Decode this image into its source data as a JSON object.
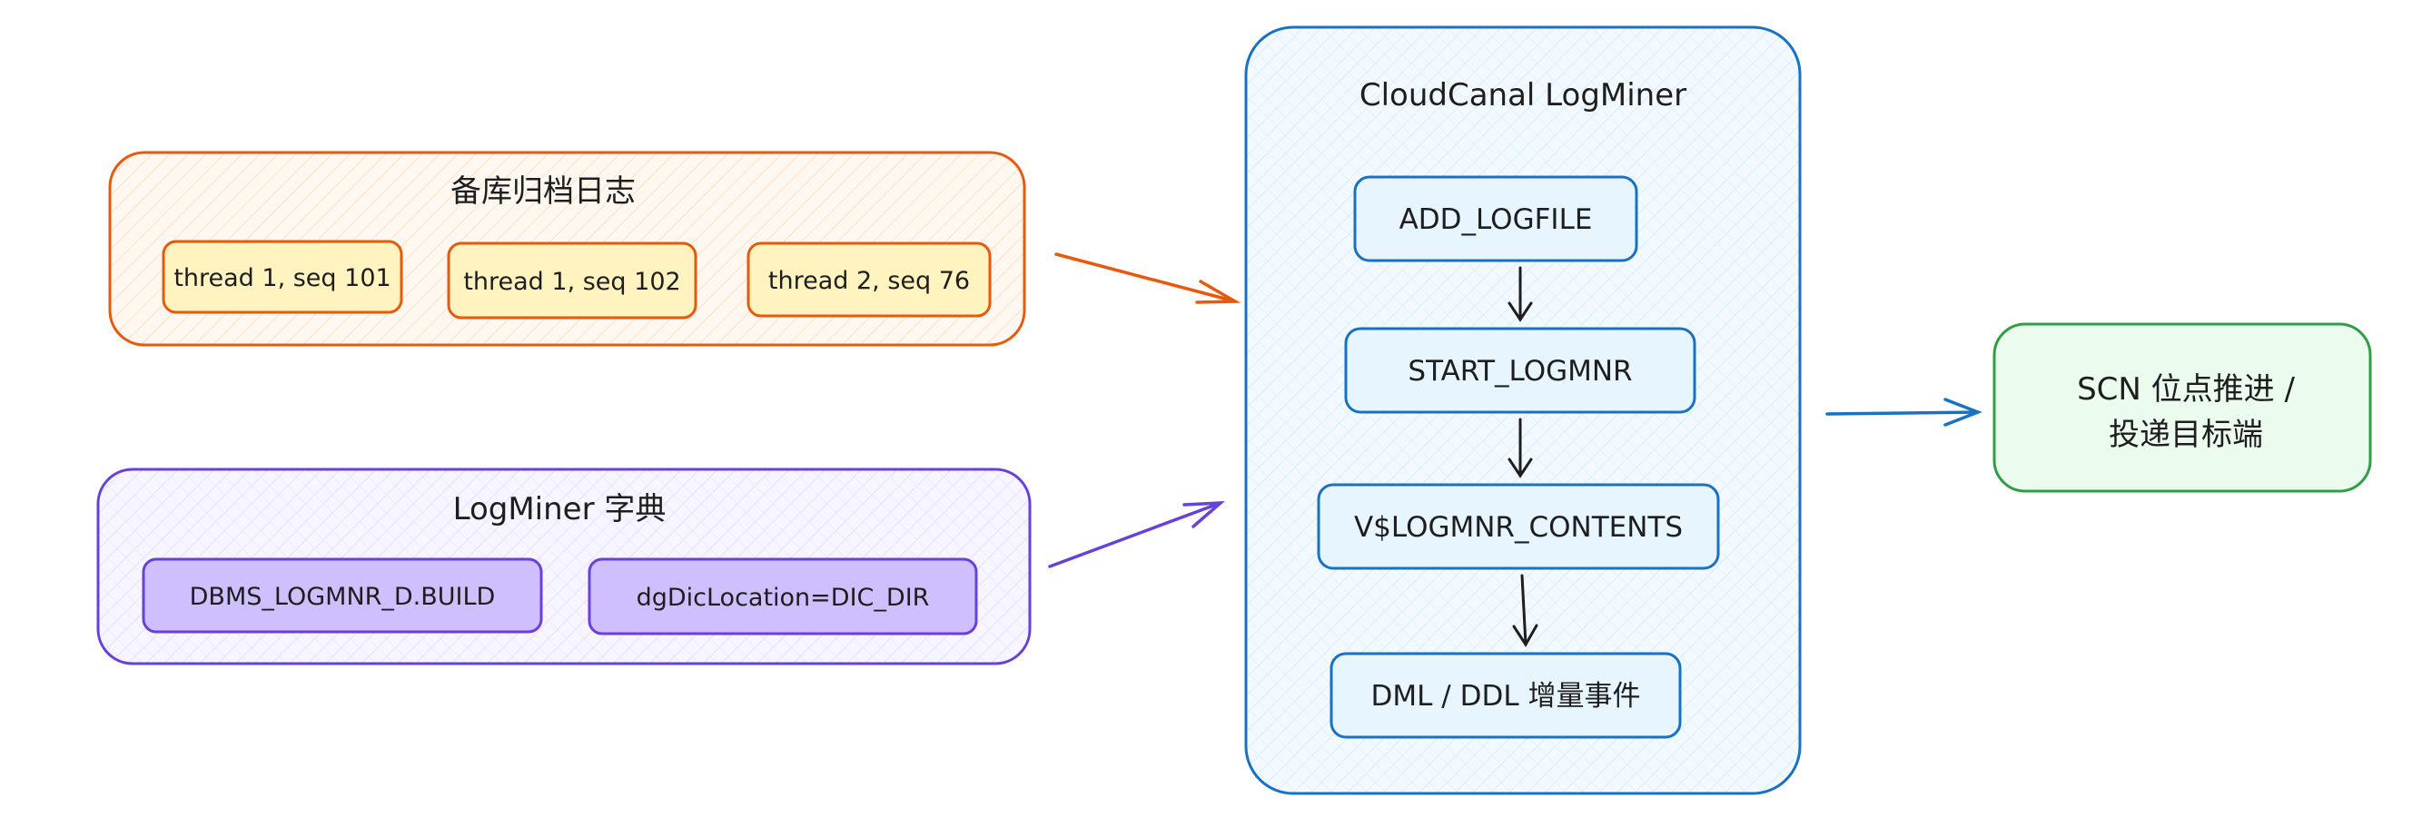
{
  "archive_group": {
    "title": "备库归档日志",
    "logs": [
      "thread 1, seq 101",
      "thread 1, seq 102",
      "thread 2, seq 76"
    ]
  },
  "dictionary_group": {
    "title": "LogMiner 字典",
    "items": [
      "DBMS_LOGMNR_D.BUILD",
      "dgDicLocation=DIC_DIR"
    ]
  },
  "logminer": {
    "title": "CloudCanal LogMiner",
    "steps": [
      "ADD_LOGFILE",
      "START_LOGMNR",
      "V$LOGMNR_CONTENTS",
      "DML / DDL 增量事件"
    ]
  },
  "output": {
    "lines": [
      "SCN 位点推进 /",
      "投递目标端"
    ]
  },
  "colors": {
    "archive_stroke": "#e8590c",
    "archive_fill": "#fff4e6",
    "archive_chip_fill": "#fff3bf",
    "dict_stroke": "#6741d9",
    "dict_fill": "#f3f0ff",
    "dict_chip_fill": "#d0bfff",
    "logminer_stroke": "#1971c2",
    "logminer_fill": "#e7f5ff",
    "step_fill": "#e7f5ff",
    "output_stroke": "#2f9e44",
    "output_fill": "#ebfbee",
    "arrow_dark": "#1e1e1e"
  }
}
